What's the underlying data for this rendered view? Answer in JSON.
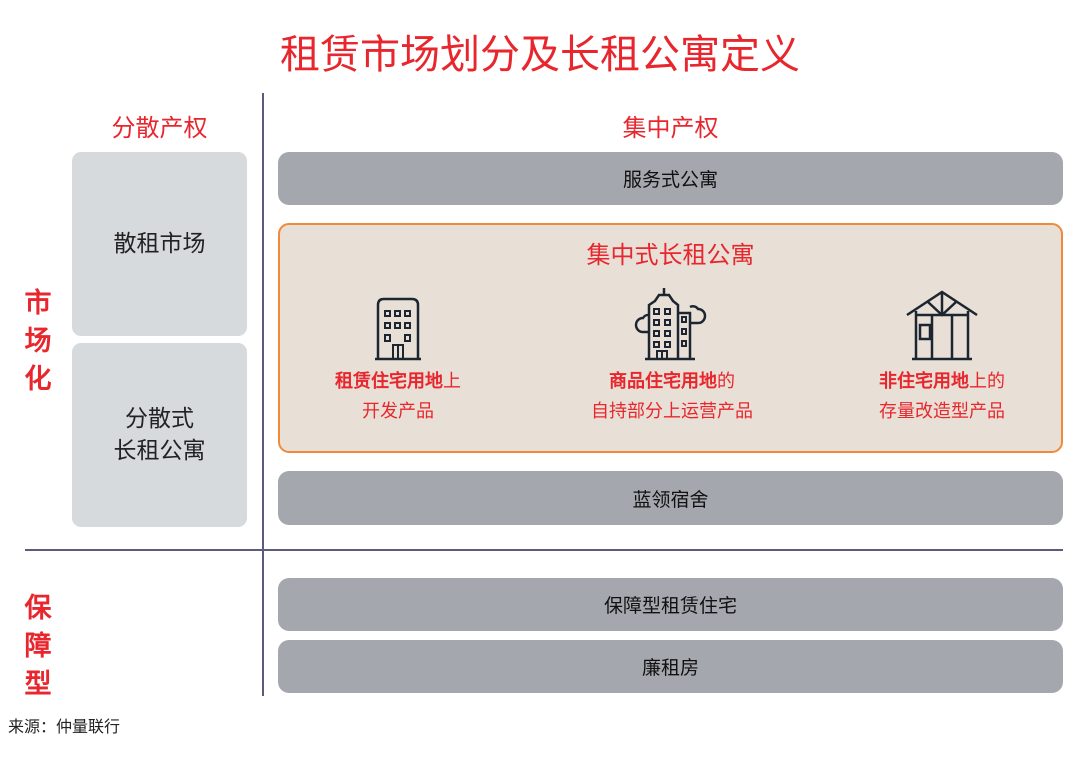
{
  "title": "租赁市场划分及长租公寓定义",
  "columns": {
    "decentralized": "分散产权",
    "centralized": "集中产权"
  },
  "rows": {
    "market": "市场化",
    "affordable": "保障型"
  },
  "left_boxes": [
    "散租市场",
    "分散式\n长租公寓"
  ],
  "right_boxes": {
    "serviced": "服务式公寓",
    "bluecollar": "蓝领宿舍",
    "affordable_rental": "保障型租赁住宅",
    "low_rent": "廉租房"
  },
  "centralized": {
    "title": "集中式长租公寓",
    "items": [
      {
        "icon": "office-building-icon",
        "bold": "租赁住宅用地",
        "rest": "上",
        "line2": "开发产品"
      },
      {
        "icon": "high-rise-icon",
        "bold": "商品住宅用地",
        "rest": "的",
        "line2": "自持部分上运营产品"
      },
      {
        "icon": "house-frame-icon",
        "bold": "非住宅用地",
        "rest": "上的",
        "line2": "存量改造型产品"
      }
    ]
  },
  "source": "来源：仲量联行"
}
